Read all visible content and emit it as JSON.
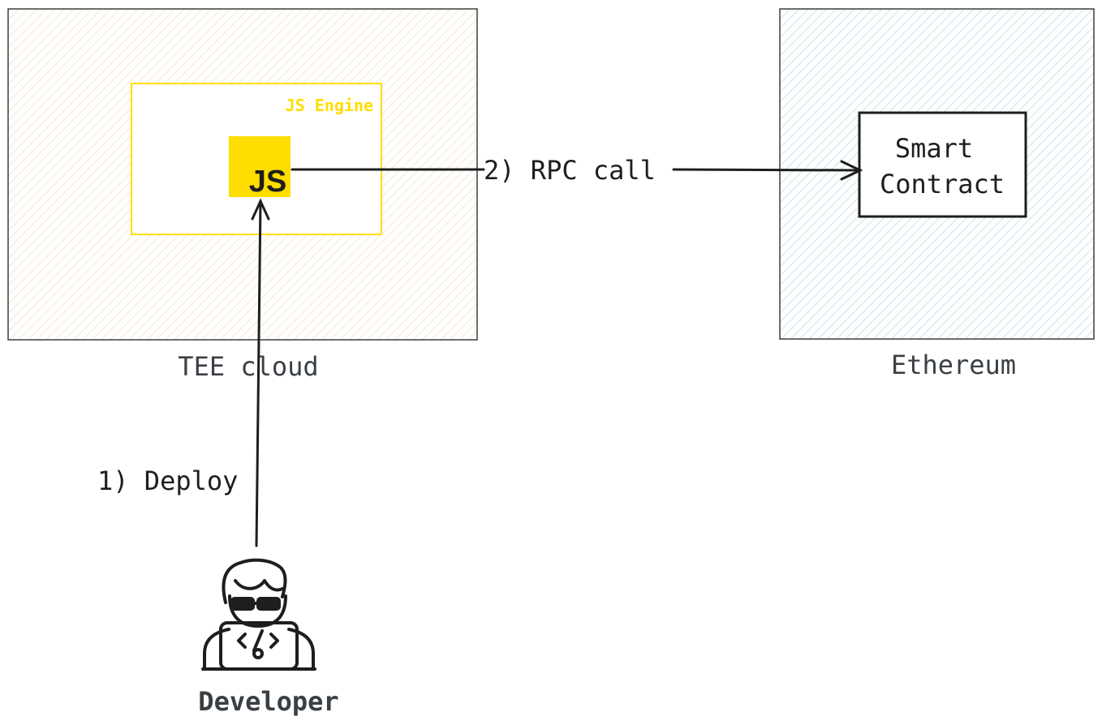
{
  "tee": {
    "label": "TEE cloud",
    "engine_label": "JS Engine",
    "js_badge": "JS"
  },
  "ethereum": {
    "label": "Ethereum",
    "contract_line1": "Smart",
    "contract_line2": "Contract"
  },
  "edges": {
    "deploy_label": "1) Deploy",
    "rpc_label": "2) RPC call"
  },
  "developer": {
    "label": "Developer",
    "icon": "developer-icon"
  },
  "colors": {
    "engine_yellow": "#ffdd00",
    "tee_hatch": "#f2e2bf",
    "eth_hatch": "#b8dbe6",
    "stroke": "#1e1e1e",
    "label_gray": "#3a3f44"
  }
}
